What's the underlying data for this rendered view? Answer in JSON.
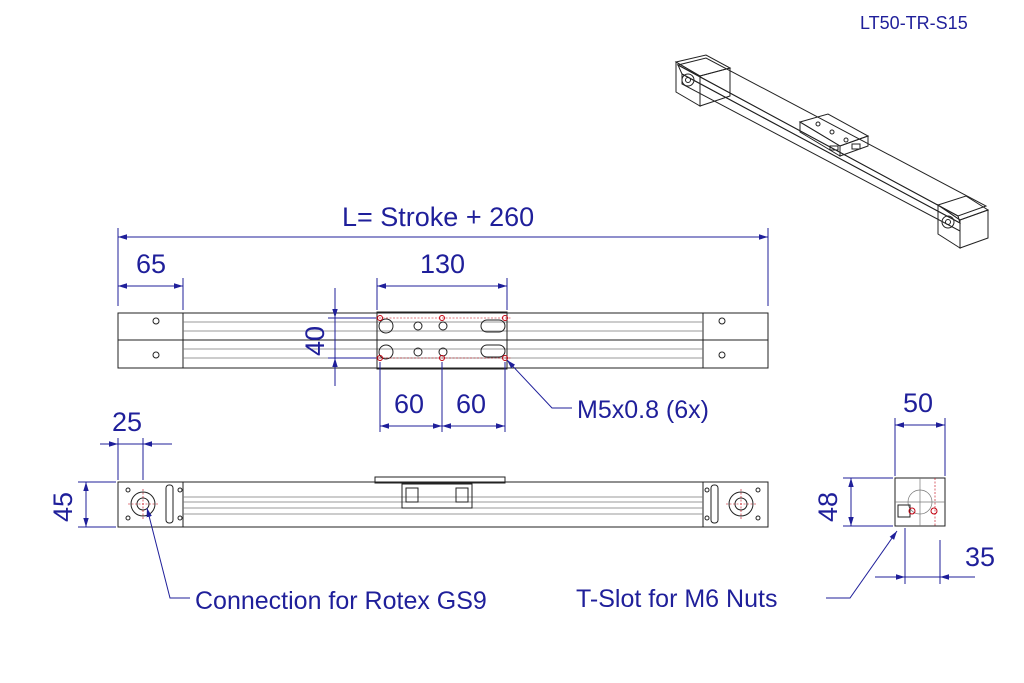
{
  "part_number": "LT50-TR-S15",
  "dimensions": {
    "overall_length": "L= Stroke + 260",
    "end_offset": "65",
    "carriage_length": "130",
    "carriage_width": "40",
    "hole_spacing_left": "60",
    "hole_spacing_right": "60",
    "motor_offset": "25",
    "side_height": "45",
    "profile_width": "50",
    "profile_height": "48",
    "tslot_offset": "35"
  },
  "callouts": {
    "thread": "M5x0.8 (6x)",
    "connection": "Connection for Rotex GS9",
    "tslot": "T-Slot for M6 Nuts"
  },
  "colors": {
    "dimension": "#1f1f9a",
    "holes": "#c2000f",
    "outline": "#222222"
  }
}
